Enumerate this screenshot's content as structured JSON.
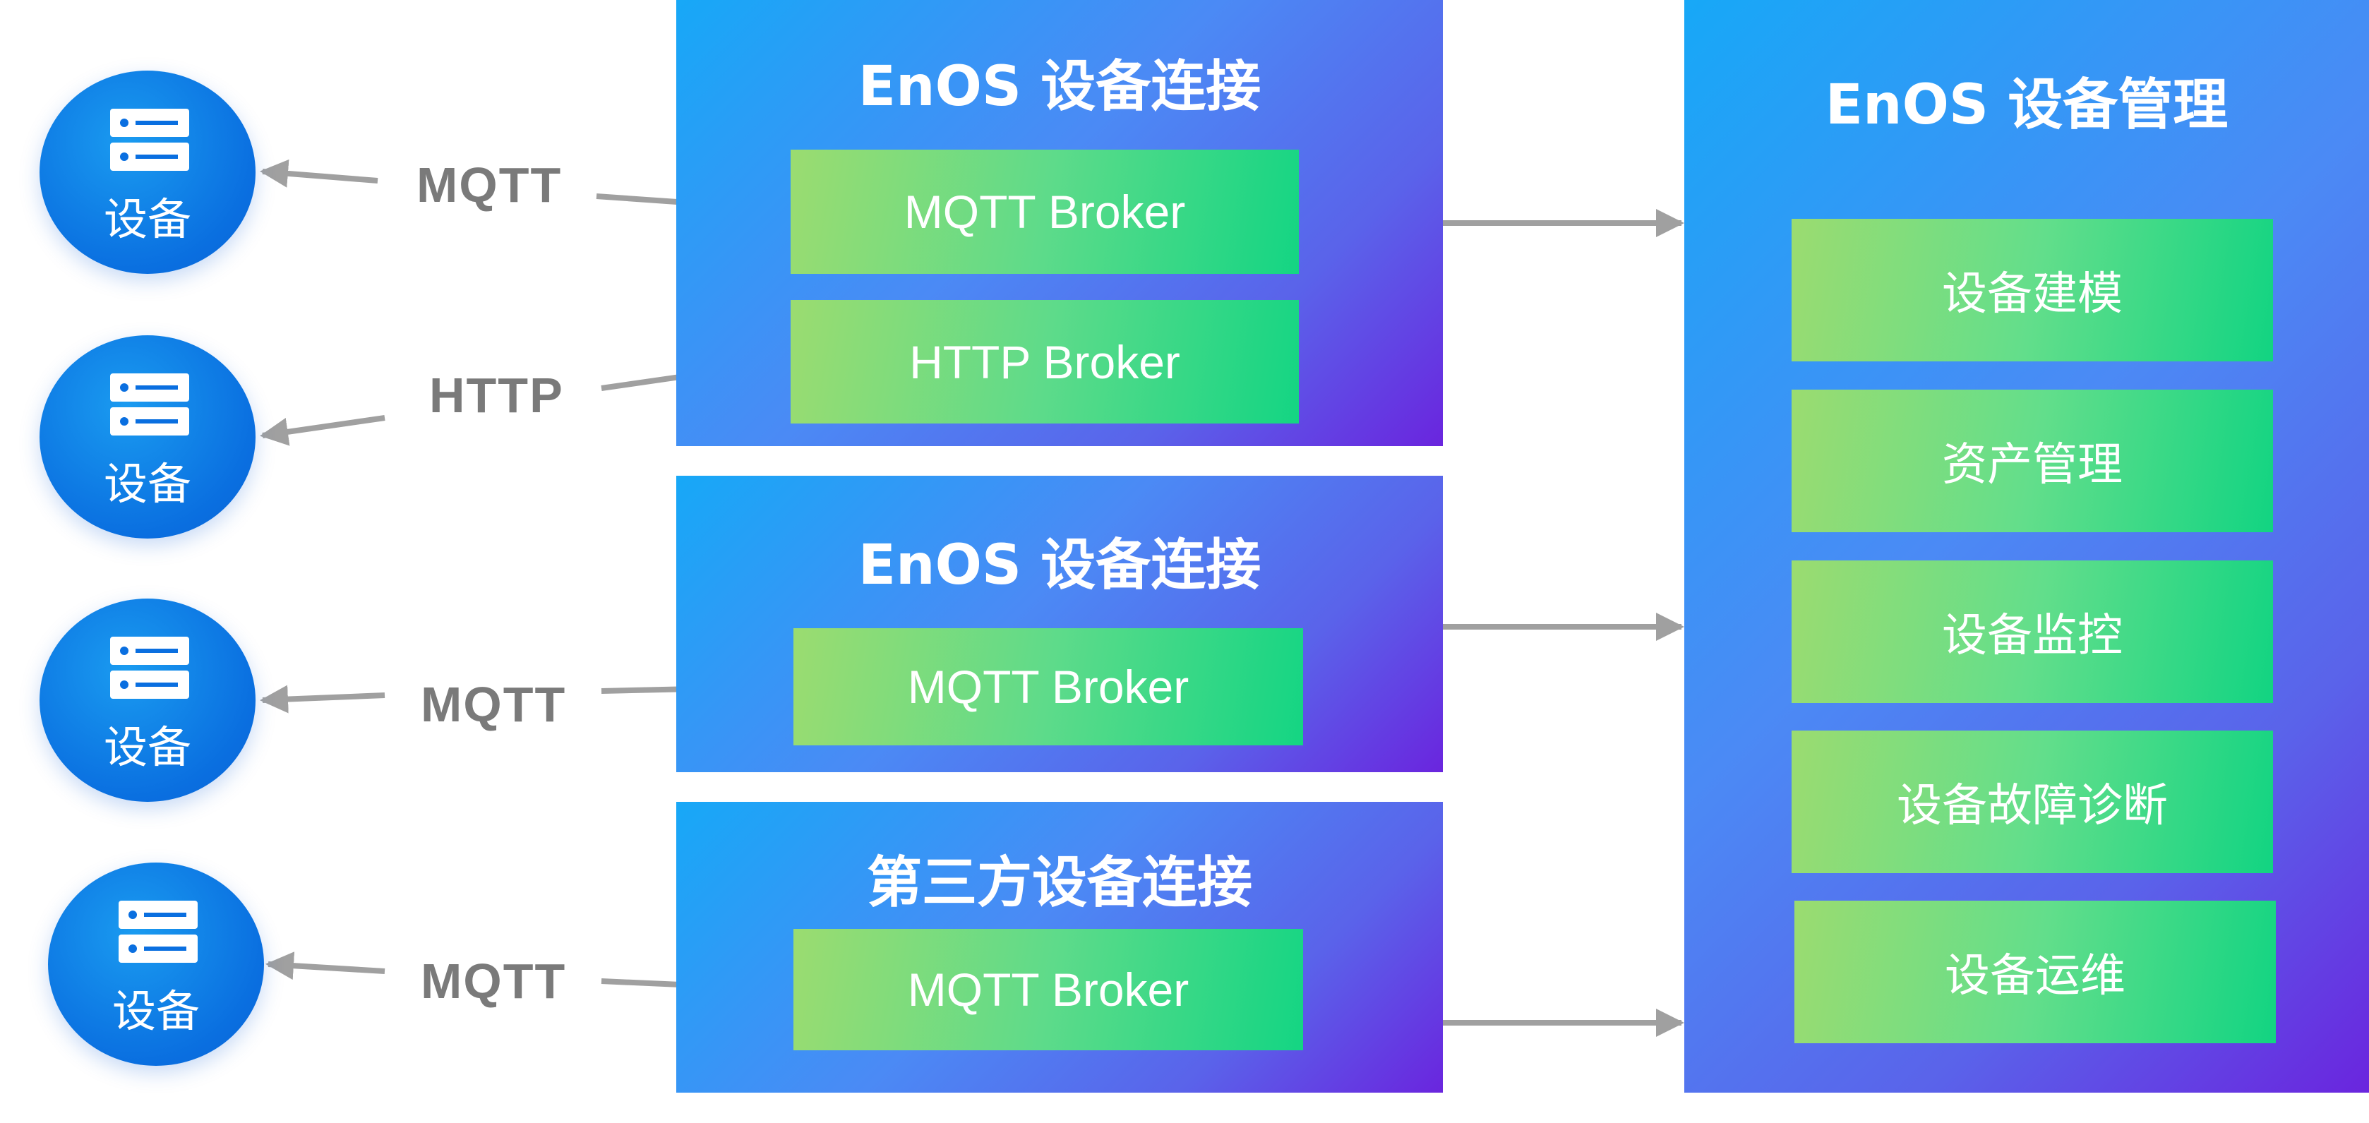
{
  "devices": [
    {
      "label": "设备"
    },
    {
      "label": "设备"
    },
    {
      "label": "设备"
    },
    {
      "label": "设备"
    }
  ],
  "protocols": [
    "MQTT",
    "HTTP",
    "MQTT",
    "MQTT"
  ],
  "connection_panels": [
    {
      "title": "EnOS 设备连接",
      "brokers": [
        "MQTT Broker",
        "HTTP Broker"
      ]
    },
    {
      "title": "EnOS 设备连接",
      "brokers": [
        "MQTT Broker"
      ]
    },
    {
      "title": "第三方设备连接",
      "brokers": [
        "MQTT Broker"
      ]
    }
  ],
  "management": {
    "title": "EnOS 设备管理",
    "items": [
      "设备建模",
      "资产管理",
      "设备监控",
      "设备故障诊断",
      "设备运维"
    ]
  },
  "icons": {
    "device": "server-icon"
  },
  "colors": {
    "device_blue": "#0a6fe0",
    "panel_start": "#17a8f7",
    "panel_end": "#6a25de",
    "broker_start": "#9bdc70",
    "broker_end": "#14d583",
    "arrow": "#a0a0a0",
    "protocol_text": "#7a7a7a"
  }
}
